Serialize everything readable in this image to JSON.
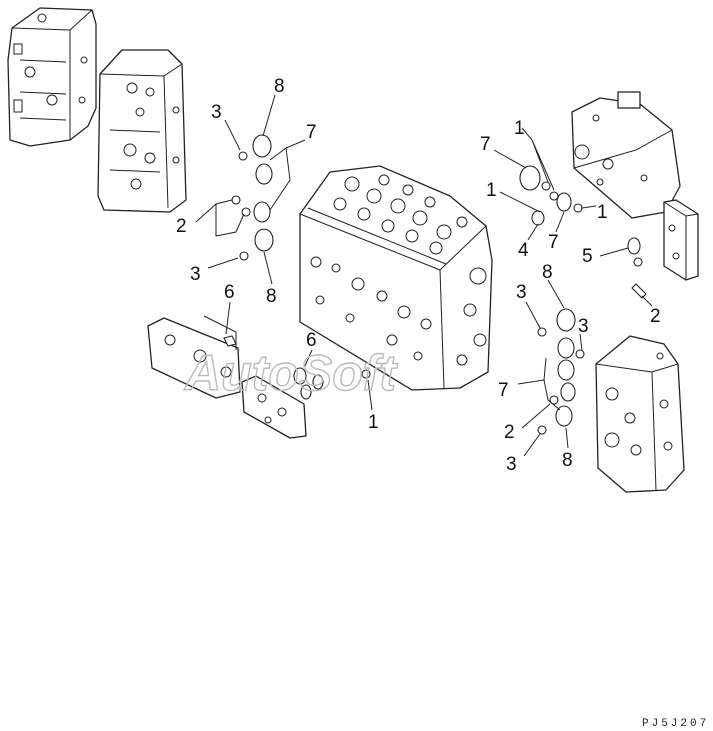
{
  "callouts": {
    "c1": "8",
    "c2": "3",
    "c3": "7",
    "c4": "2",
    "c5": "3",
    "c6": "8",
    "c7": "6",
    "c8": "6",
    "c9": "1",
    "c10": "1",
    "c11": "7",
    "c12": "1",
    "c13": "1",
    "c14": "4",
    "c15": "7",
    "c16": "5",
    "c17": "2",
    "c18": "8",
    "c19": "3",
    "c20": "3",
    "c21": "7",
    "c22": "2",
    "c23": "8",
    "c24": "3"
  },
  "watermark": "AutoSoft",
  "drawing_code": "PJ5J207"
}
